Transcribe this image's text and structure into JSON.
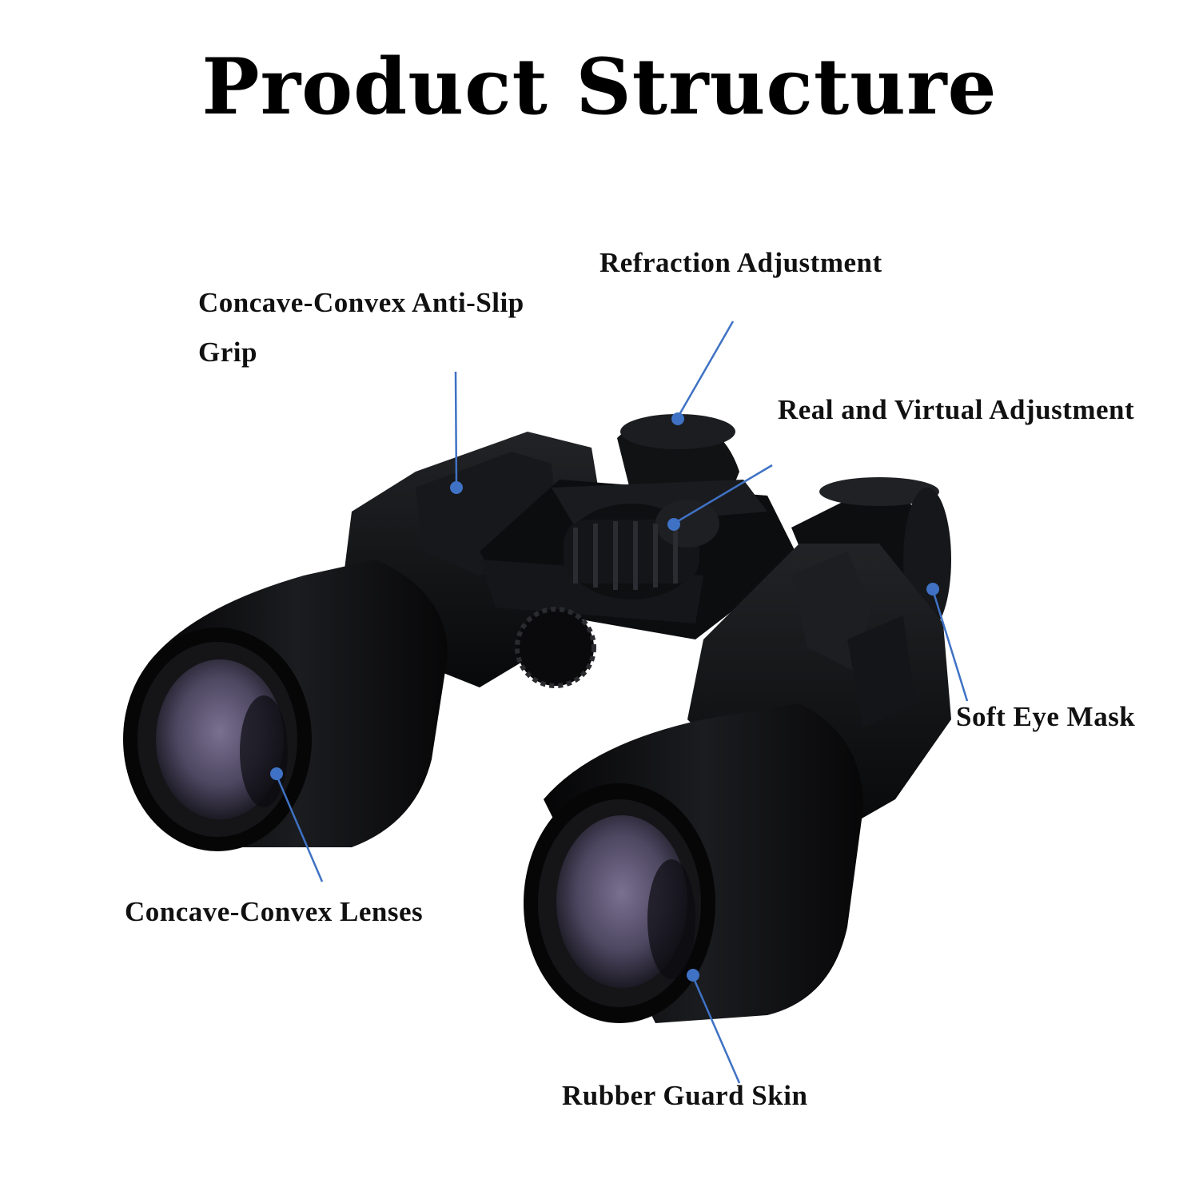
{
  "title": "Product Structure",
  "colors": {
    "leader_line": "#3f72c4",
    "text": "#111111",
    "body": "#0d0e10",
    "lens": "#5c5470"
  },
  "callouts": {
    "grip": {
      "text": "Concave-Convex Anti-Slip Grip"
    },
    "refraction": {
      "text": "Refraction Adjustment"
    },
    "real_virtual": {
      "text": "Real and Virtual Adjustment"
    },
    "eye_mask": {
      "text": "Soft Eye Mask"
    },
    "lenses": {
      "text": "Concave-Convex Lenses"
    },
    "rubber_skin": {
      "text": "Rubber Guard Skin"
    }
  }
}
